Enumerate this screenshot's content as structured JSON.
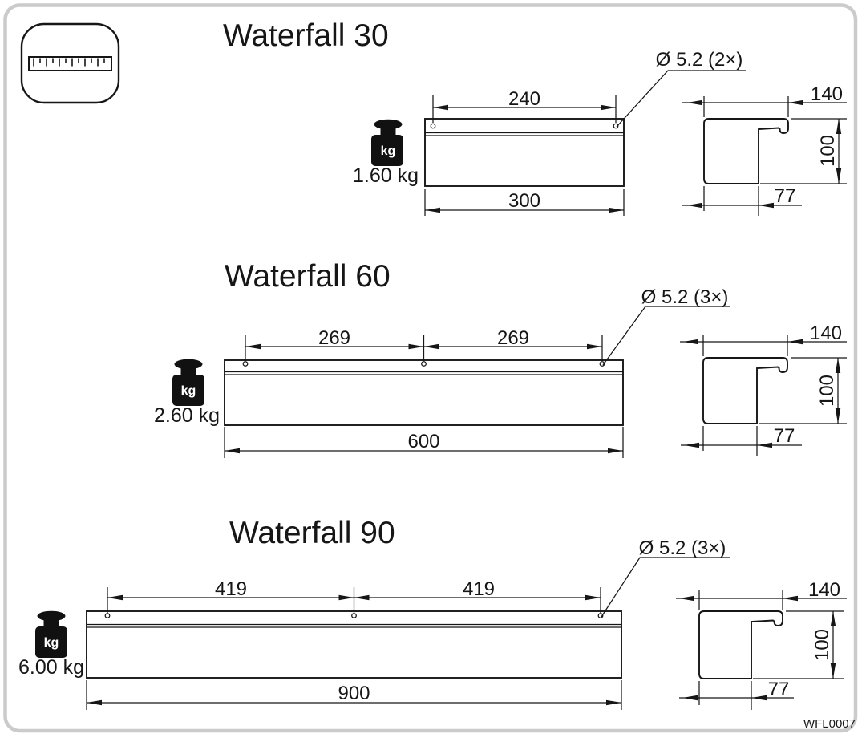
{
  "colors": {
    "line": "#161616",
    "frame": "#c9cbcc",
    "code_text": "#b3b5b7",
    "weight_icon_fill": "#111111"
  },
  "drawing_code": "WFL0007",
  "icons": {
    "ruler": "ruler-icon",
    "weight": "weight-kg-icon"
  },
  "sections": [
    {
      "title": "Waterfall 30",
      "weight": "1.60 kg",
      "weight_badge": "kg",
      "hole_callout": "Ø 5.2 (2×)",
      "front": {
        "hole_pitch": "240",
        "overall_width": "300"
      },
      "side": {
        "depth": "140",
        "height": "100",
        "base_depth": "77"
      }
    },
    {
      "title": "Waterfall 60",
      "weight": "2.60 kg",
      "weight_badge": "kg",
      "hole_callout": "Ø 5.2 (3×)",
      "front": {
        "hole_pitch": "269",
        "overall_width": "600"
      },
      "side": {
        "depth": "140",
        "height": "100",
        "base_depth": "77"
      }
    },
    {
      "title": "Waterfall 90",
      "weight": "6.00 kg",
      "weight_badge": "kg",
      "hole_callout": "Ø 5.2 (3×)",
      "front": {
        "hole_pitch": "419",
        "overall_width": "900"
      },
      "side": {
        "depth": "140",
        "height": "100",
        "base_depth": "77"
      }
    }
  ]
}
